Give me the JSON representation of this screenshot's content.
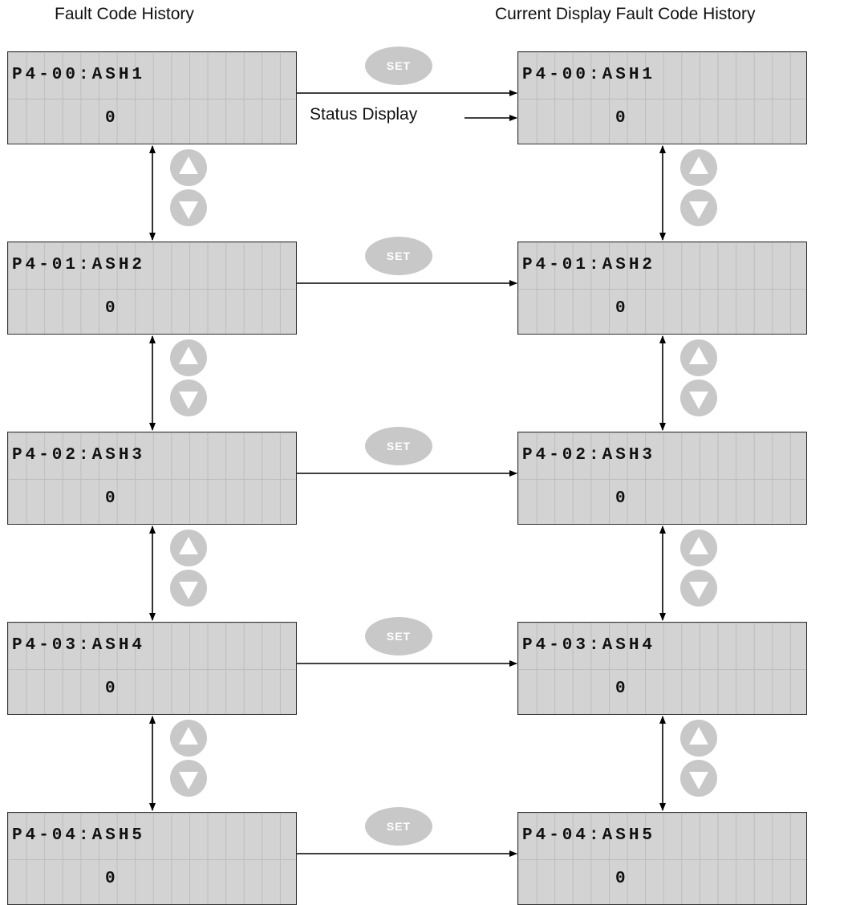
{
  "titles": {
    "left": "Fault Code History",
    "right": "Current Display Fault Code History"
  },
  "status_display_label": "Status Display",
  "set_button_label": "SET",
  "rows": [
    {
      "param": "P4-00:ASH1",
      "value": "0"
    },
    {
      "param": "P4-01:ASH2",
      "value": "0"
    },
    {
      "param": "P4-02:ASH3",
      "value": "0"
    },
    {
      "param": "P4-03:ASH4",
      "value": "0"
    },
    {
      "param": "P4-04:ASH5",
      "value": "0"
    }
  ],
  "icons": {
    "up": "up-arrow-key-icon",
    "down": "down-arrow-key-icon"
  },
  "colors": {
    "lcd_background": "#d3d3d3",
    "key_gray": "#c8c8c8"
  }
}
